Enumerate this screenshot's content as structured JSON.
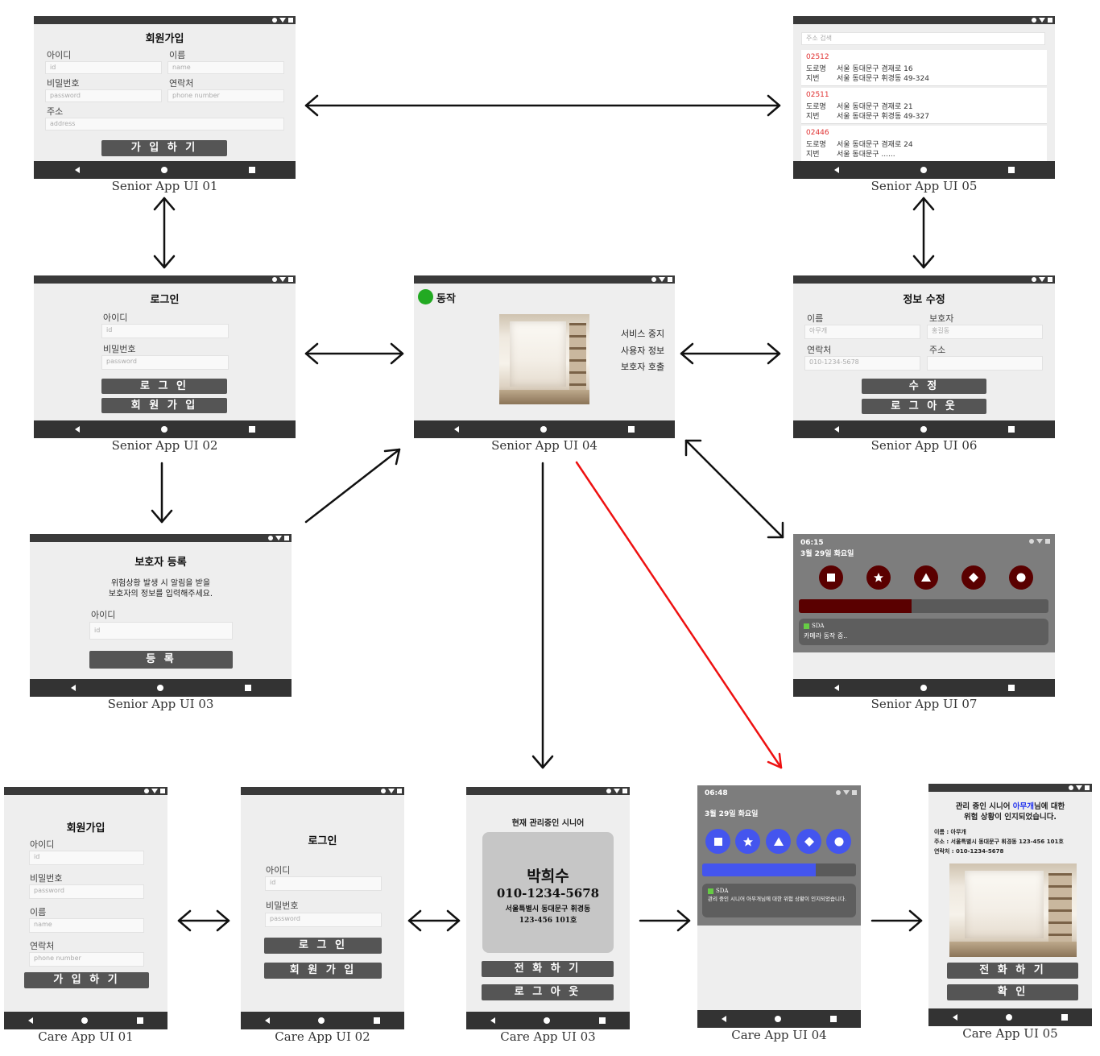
{
  "captions": {
    "s1": "Senior App UI 01",
    "s2": "Senior App UI 02",
    "s3": "Senior App UI 03",
    "s4": "Senior App UI 04",
    "s5": "Senior App UI 05",
    "s6": "Senior App UI 06",
    "s7": "Senior App UI 07",
    "c1": "Care App UI 01",
    "c2": "Care App UI 02",
    "c3": "Care App UI 03",
    "c4": "Care App UI 04",
    "c5": "Care App UI 05"
  },
  "s1": {
    "title": "회원가입",
    "id_label": "아이디",
    "id_ph": "id",
    "name_label": "이름",
    "name_ph": "name",
    "pw_label": "비밀번호",
    "pw_ph": "password",
    "phone_label": "연락처",
    "phone_ph": "phone number",
    "addr_label": "주소",
    "addr_ph": "address",
    "submit": "가 입 하 기"
  },
  "s2": {
    "title": "로그인",
    "id_label": "아이디",
    "id_ph": "id",
    "pw_label": "비밀번호",
    "pw_ph": "password",
    "login": "로 그 인",
    "signup": "회 원 가 입"
  },
  "s3": {
    "title": "보호자 등록",
    "desc1": "위험상황 발생 시 알림을 받을",
    "desc2": "보호자의 정보를 입력해주세요.",
    "id_label": "아이디",
    "id_ph": "id",
    "submit": "등 록"
  },
  "s4": {
    "status": "동작",
    "status_color": "#22aa22",
    "menu": [
      "서비스 중지",
      "사용자 정보",
      "보호자 호출"
    ]
  },
  "s5": {
    "search_ph": "주소 검색",
    "results": [
      {
        "zip": "02512",
        "road_label": "도로명",
        "road": "서울 동대문구 겸재로 16",
        "lot_label": "지번",
        "lot": "서울 동대문구 휘경동 49-324"
      },
      {
        "zip": "02511",
        "road_label": "도로명",
        "road": "서울 동대문구 겸재로 21",
        "lot_label": "지번",
        "lot": "서울 동대문구 휘경동 49-327"
      },
      {
        "zip": "02446",
        "road_label": "도로명",
        "road": "서울 동대문구 겸재로 24",
        "lot_label": "지번",
        "lot": "서울 동대문구 ......"
      }
    ]
  },
  "s6": {
    "title": "정보 수정",
    "name_label": "이름",
    "name_val": "아무개",
    "guardian_label": "보호자",
    "guardian_val": "홍길동",
    "phone_label": "연락처",
    "phone_val": "010-1234-5678",
    "addr_label": "주소",
    "addr_val": "",
    "edit": "수 정",
    "logout": "로 그 아 웃"
  },
  "s7": {
    "time": "06:15",
    "date": "3월 29일 화요일",
    "progress": 0.45,
    "accent": "#5a0000",
    "notif_app": "SDA",
    "notif_text": "카메라 동작 중.."
  },
  "c1": {
    "title": "회원가입",
    "id_label": "아이디",
    "id_ph": "id",
    "pw_label": "비밀번호",
    "pw_ph": "password",
    "name_label": "이름",
    "name_ph": "name",
    "phone_label": "연락처",
    "phone_ph": "phone number",
    "submit": "가 입 하 기"
  },
  "c2": {
    "title": "로그인",
    "id_label": "아이디",
    "id_ph": "id",
    "pw_label": "비밀번호",
    "pw_ph": "password",
    "login": "로 그 인",
    "signup": "회 원 가 입"
  },
  "c3": {
    "header": "현재 관리중인 시니어",
    "name": "박희수",
    "phone": "010-1234-5678",
    "addr1": "서울특별시 동대문구 휘경동",
    "addr2": "123-456 101호",
    "call": "전 화 하 기",
    "logout": "로 그 아 웃"
  },
  "c4": {
    "time": "06:48",
    "date": "3월 29일 화요일",
    "progress": 0.74,
    "accent": "#4455ee",
    "notif_app": "SDA",
    "notif_text": "관리 중인 시니어 아무개님에 대한 위험 상황이 인지되었습니다."
  },
  "c5": {
    "head_pre": "관리 중인 시니어 ",
    "head_name": "아무개",
    "head_post": "님에 대한",
    "head2": "위험 상황이 인지되었습니다.",
    "name_line": "이름 : 아무개",
    "addr_line": "주소 : 서울특별시 동대문구 휘경동 123-456 101호",
    "phone_line": "연락처 : 010-1234-5678",
    "call": "전 화 하 기",
    "ok": "확 인"
  }
}
